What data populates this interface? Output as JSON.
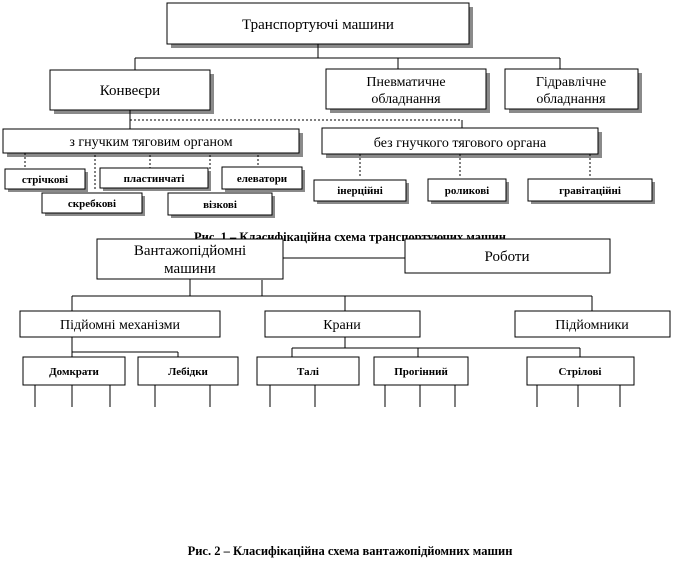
{
  "figure1": {
    "root": "Транспортуючі машини",
    "level1": {
      "conveyors": "Конвеєри",
      "pneumatic": [
        "Пневматичне",
        "обладнання"
      ],
      "hydraulic": [
        "Гідравлічне",
        "обладнання"
      ]
    },
    "level2": {
      "flexible": "з гнучким тяговим органом",
      "non_flexible": "без гнучкого тягового органа"
    },
    "flexible_children": [
      "стрічкові",
      "пластинчаті",
      "елеватори",
      "скребкові",
      "візкові"
    ],
    "non_flexible_children": [
      "інерційні",
      "роликові",
      "гравітаційні"
    ],
    "caption": "Рис. 1 – Класифікаційна схема транспортуючих машин"
  },
  "figure2": {
    "root": [
      "Вантажопідйомні",
      "машини"
    ],
    "robots": "Роботи",
    "level1": [
      "Підйомні механізми",
      "Крани",
      "Підйомники"
    ],
    "level2": [
      "Домкрати",
      "Лебідки",
      "Талі",
      "Прогінний",
      "Стрілові"
    ],
    "caption": "Рис. 2 – Класифікаційна схема вантажопідйомних машин"
  }
}
